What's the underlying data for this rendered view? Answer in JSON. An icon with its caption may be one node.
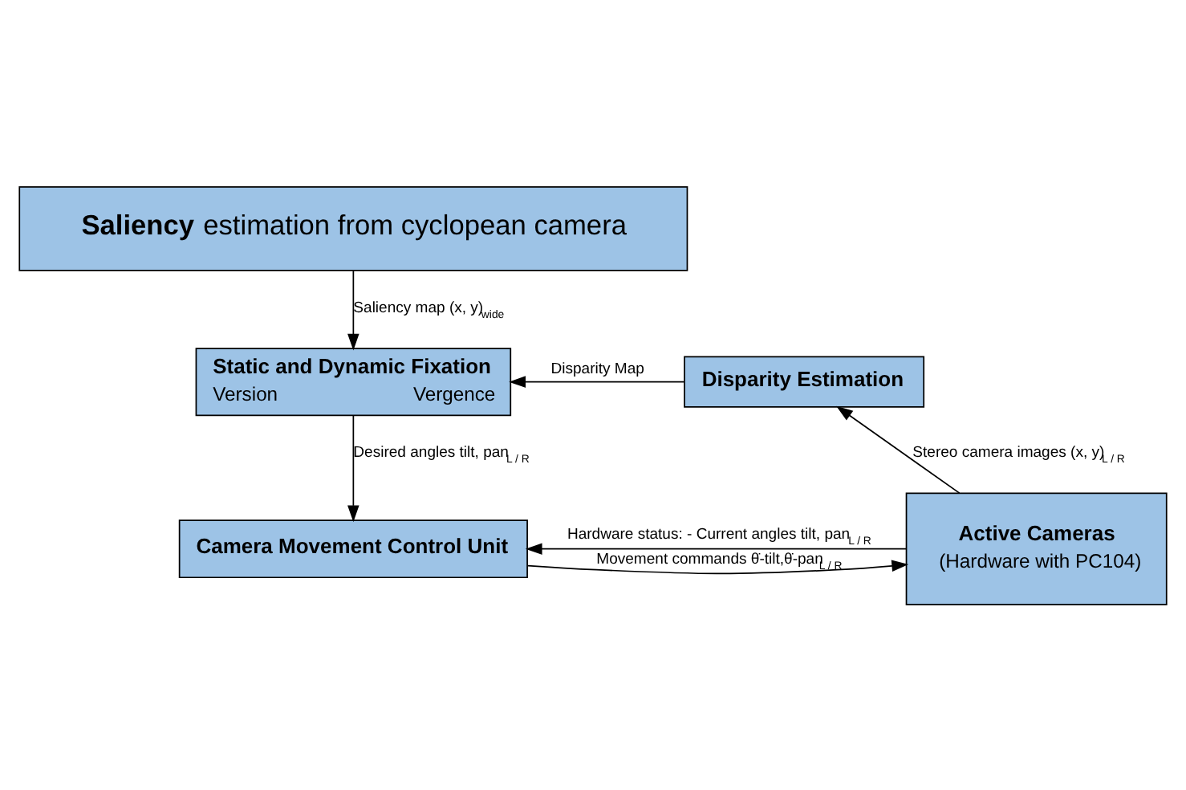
{
  "diagram": {
    "nodes": [
      {
        "text": [
          "**Saliency** estimation from cyclopean camera"
        ]
      },
      {
        "text": [
          "Static and Dynamic Fixation",
          "Version",
          "Vergence"
        ]
      },
      {
        "text": [
          "Disparity Estimation"
        ]
      },
      {
        "text": [
          "Camera Movement Control Unit"
        ]
      },
      {
        "text": [
          "Active Cameras",
          "(Hardware with PC104)"
        ]
      }
    ],
    "edges": [
      {
        "from": 0,
        "to": 1,
        "arrow": "to",
        "label": "Saliency map (x, y)$_{wide}$"
      },
      {
        "from": 2,
        "to": 1,
        "arrow": "to",
        "label": "Disparity Map"
      },
      {
        "from": 4,
        "to": 2,
        "arrow": "to",
        "label": "Stereo camera images (x, y)$_{L / R}$"
      },
      {
        "from": 1,
        "to": 3,
        "arrow": "to",
        "label": "Desired angles tilt, pan$_{L / R}$"
      },
      {
        "from": 3,
        "to": 4,
        "arrow": "to",
        "label": "Movement commands θ̇-tilt,θ̇-pan$_{L / R}$"
      },
      {
        "from": 4,
        "to": 3,
        "arrow": "to",
        "label": "Hardware status: - Current angles tilt, pan$_{L / R}$"
      }
    ]
  }
}
